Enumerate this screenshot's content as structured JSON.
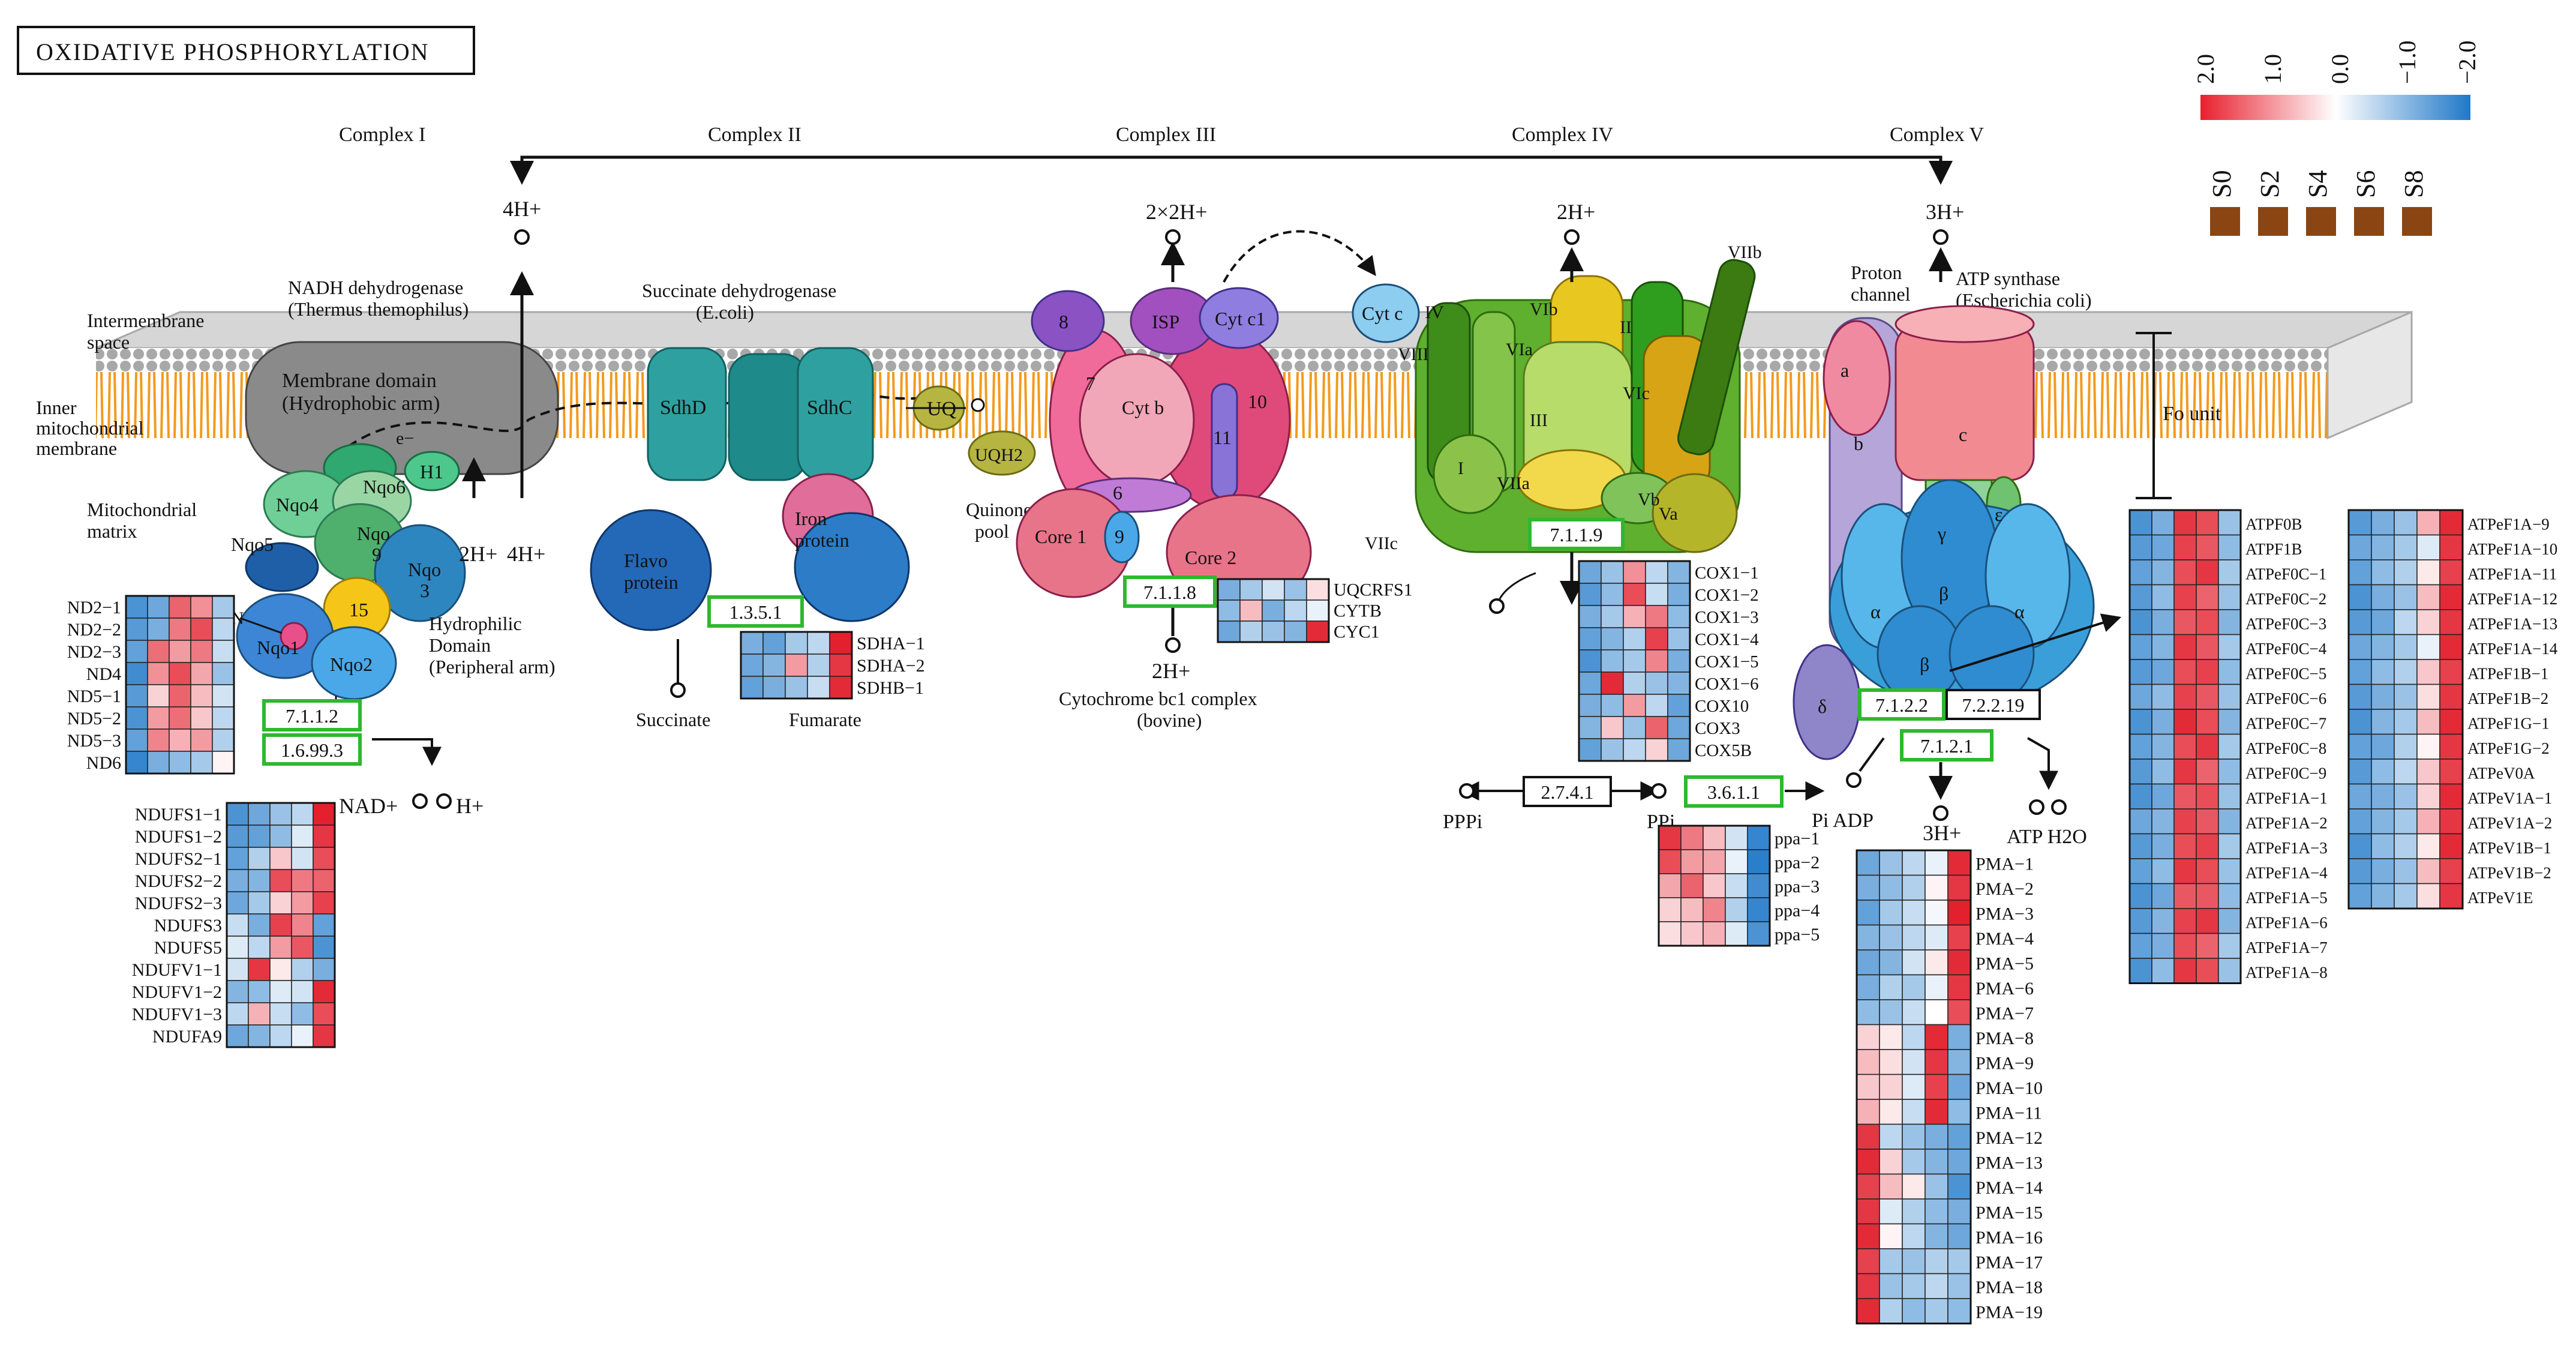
{
  "title": "OXIDATIVE PHOSPHORYLATION",
  "scale": {
    "ticks": [
      "2.0",
      "1.0",
      "0.0",
      "−1.0",
      "−2.0"
    ],
    "gradient": [
      "#e8202e",
      "#ffffff",
      "#1f78c8"
    ],
    "samples": [
      "S0",
      "S2",
      "S4",
      "S6",
      "S8"
    ],
    "sample_color": "#8b4513"
  },
  "complex_labels": [
    "Complex I",
    "Complex II",
    "Complex III",
    "Complex IV",
    "Complex V"
  ],
  "protons": {
    "c1_top": "4H+",
    "c3_top": "2×2H+",
    "c4_top": "2H+",
    "c5_top": "3H+",
    "c1_bottom_a": "2H+",
    "c1_bottom_b": "4H+",
    "c3_bottom": "2H+",
    "c5_bottom": "3H+"
  },
  "labels": {
    "intermembrane": [
      "Intermembrane",
      "space"
    ],
    "inner_membrane": [
      "Inner",
      "mitochondrial",
      "membrane"
    ],
    "matrix": [
      "Mitochondrial",
      "matrix"
    ],
    "nadh_dh": [
      "NADH dehydrogenase",
      "(Thermus themophilus)"
    ],
    "membrane_domain": [
      "Membrane domain",
      "(Hydrophobic arm)"
    ],
    "hydrophilic": [
      "Hydrophilic",
      "Domain",
      "(Peripheral arm)"
    ],
    "succinate_dh": [
      "Succinate dehydrogenase",
      "(E.coli)"
    ],
    "quinone_pool": [
      "Quinone",
      "pool"
    ],
    "flavo": [
      "Flavo",
      "protein"
    ],
    "iron": [
      "Iron",
      "protein"
    ],
    "succinate": "Succinate",
    "fumarate": "Fumarate",
    "cyt_bc1": [
      "Cytochrome bc1 complex",
      "(bovine)"
    ],
    "proton_channel": [
      "Proton",
      "channel"
    ],
    "atp_synthase": [
      "ATP synthase",
      "(Escherichia coli)"
    ],
    "fo_unit": "Fo unit",
    "nad": "NAD+",
    "h": "H+",
    "pi_adp": "Pi ADP",
    "atp_h2o": "ATP H2O",
    "pppi": "PPPi",
    "ppi": "PPi",
    "e_minus": "e−",
    "n_label": "N"
  },
  "subunits": {
    "c1": [
      "Nqo4",
      "Nqo6",
      "H1",
      "Nqo",
      "9",
      "Nqo",
      "3",
      "15",
      "Nqo1",
      "Nqo2",
      "Nqo5"
    ],
    "c2": [
      "SdhD",
      "SdhC",
      "UQ",
      "UQH2"
    ],
    "c3": [
      "8",
      "ISP",
      "Cyt c1",
      "7",
      "Cyt b",
      "11",
      "10",
      "6",
      "Core 1",
      "9",
      "Core 2",
      "Cyt c"
    ],
    "c4": [
      "IV",
      "VIII",
      "VIb",
      "VIa",
      "III",
      "VIc",
      "II",
      "VIIb",
      "I",
      "VIIa",
      "Vb",
      "Va",
      "VIIc"
    ],
    "c5": [
      "a",
      "b",
      "c",
      "γ",
      "ε",
      "α",
      "β",
      "β",
      "α",
      "δ"
    ]
  },
  "ec_boxes": [
    {
      "id": "7.1.1.2",
      "green": true
    },
    {
      "id": "1.6.99.3",
      "green": true
    },
    {
      "id": "1.3.5.1",
      "green": true
    },
    {
      "id": "7.1.1.8",
      "green": true
    },
    {
      "id": "7.1.1.9",
      "green": true
    },
    {
      "id": "2.7.4.1",
      "green": false
    },
    {
      "id": "3.6.1.1",
      "green": true
    },
    {
      "id": "7.1.2.2",
      "green": true
    },
    {
      "id": "7.2.2.19",
      "green": false
    },
    {
      "id": "7.1.2.1",
      "green": true
    }
  ],
  "heatmaps": {
    "nd": {
      "genes": [
        "ND2−1",
        "ND2−2",
        "ND2−3",
        "ND4",
        "ND5−1",
        "ND5−2",
        "ND5−3",
        "ND6"
      ],
      "values": [
        [
          -1.6,
          -1.3,
          1.4,
          1.0,
          -0.8
        ],
        [
          -1.5,
          -1.2,
          1.2,
          1.6,
          -0.6
        ],
        [
          -1.4,
          1.3,
          0.9,
          1.2,
          -0.5
        ],
        [
          -1.7,
          1.0,
          1.6,
          0.8,
          -0.9
        ],
        [
          -1.5,
          0.4,
          1.4,
          0.6,
          -0.4
        ],
        [
          -1.6,
          0.9,
          1.3,
          0.5,
          -0.6
        ],
        [
          -1.4,
          1.1,
          0.7,
          0.9,
          -0.7
        ],
        [
          -1.8,
          -1.2,
          -1.0,
          -0.8,
          0.1
        ]
      ]
    },
    "ndufs": {
      "genes": [
        "NDUFS1−1",
        "NDUFS1−2",
        "NDUFS2−1",
        "NDUFS2−2",
        "NDUFS2−3",
        "NDUFS3",
        "NDUFS5",
        "NDUFV1−1",
        "NDUFV1−2",
        "NDUFV1−3",
        "NDUFA9"
      ],
      "values": [
        [
          -1.6,
          -1.3,
          -0.9,
          -0.6,
          2.0
        ],
        [
          -1.5,
          -1.4,
          -1.0,
          -0.3,
          1.8
        ],
        [
          -1.4,
          -0.7,
          0.5,
          -0.4,
          1.6
        ],
        [
          -1.2,
          -1.1,
          1.6,
          1.2,
          1.4
        ],
        [
          -1.3,
          -0.8,
          0.4,
          0.9,
          1.7
        ],
        [
          -0.5,
          -1.2,
          1.7,
          1.1,
          -1.4
        ],
        [
          -0.3,
          -0.6,
          0.9,
          1.5,
          -1.6
        ],
        [
          -0.4,
          1.8,
          0.2,
          -0.7,
          -1.2
        ],
        [
          -1.1,
          -1.0,
          -0.3,
          -0.4,
          1.9
        ],
        [
          -0.6,
          0.7,
          -0.5,
          -1.0,
          1.6
        ],
        [
          -1.3,
          -1.1,
          -0.6,
          -0.2,
          1.8
        ]
      ]
    },
    "sdh": {
      "genes": [
        "SDHA−1",
        "SDHA−2",
        "SDHB−1"
      ],
      "values": [
        [
          -1.2,
          -1.4,
          -0.8,
          -0.6,
          2.0
        ],
        [
          -1.3,
          -1.1,
          0.9,
          -0.7,
          1.8
        ],
        [
          -1.4,
          -1.2,
          -0.9,
          -0.5,
          1.9
        ]
      ]
    },
    "cyt": {
      "genes": [
        "UQCRFS1",
        "CYTB",
        "CYC1"
      ],
      "values": [
        [
          -1.2,
          -0.8,
          -0.4,
          -0.9,
          0.3
        ],
        [
          -1.0,
          0.6,
          -1.2,
          -0.6,
          -0.2
        ],
        [
          -1.3,
          -0.7,
          -0.9,
          -1.1,
          1.9
        ]
      ]
    },
    "cox": {
      "genes": [
        "COX1−1",
        "COX1−2",
        "COX1−3",
        "COX1−4",
        "COX1−5",
        "COX1−6",
        "COX10",
        "COX3",
        "COX5B"
      ],
      "values": [
        [
          -1.3,
          -0.9,
          1.0,
          -0.6,
          -1.1
        ],
        [
          -1.5,
          -1.0,
          1.6,
          -0.5,
          -1.2
        ],
        [
          -1.2,
          -0.8,
          0.7,
          1.2,
          -1.0
        ],
        [
          -1.4,
          -1.1,
          -0.7,
          1.7,
          -0.9
        ],
        [
          -1.6,
          -1.0,
          -0.8,
          1.1,
          -1.2
        ],
        [
          -1.3,
          1.9,
          -0.7,
          -0.9,
          -1.1
        ],
        [
          -1.2,
          -1.0,
          0.9,
          -0.6,
          -1.4
        ],
        [
          -1.1,
          0.5,
          -0.9,
          1.4,
          -1.3
        ],
        [
          -1.4,
          -0.9,
          -0.6,
          0.4,
          -1.3
        ]
      ]
    },
    "ppa": {
      "genes": [
        "ppa−1",
        "ppa−2",
        "ppa−3",
        "ppa−4",
        "ppa−5"
      ],
      "values": [
        [
          1.8,
          1.2,
          0.6,
          -0.4,
          -1.8
        ],
        [
          1.6,
          0.9,
          0.8,
          -0.2,
          -1.9
        ],
        [
          0.8,
          1.4,
          0.5,
          -0.5,
          -1.7
        ],
        [
          0.4,
          0.6,
          1.1,
          -0.7,
          -1.8
        ],
        [
          0.3,
          0.5,
          0.7,
          -0.3,
          -1.6
        ]
      ]
    },
    "pma": {
      "genes": [
        "PMA−1",
        "PMA−2",
        "PMA−3",
        "PMA−4",
        "PMA−5",
        "PMA−6",
        "PMA−7",
        "PMA−8",
        "PMA−9",
        "PMA−10",
        "PMA−11",
        "PMA−12",
        "PMA−13",
        "PMA−14",
        "PMA−15",
        "PMA−16",
        "PMA−17",
        "PMA−18",
        "PMA−19"
      ],
      "values": [
        [
          -1.3,
          -0.9,
          -0.6,
          -0.2,
          1.9
        ],
        [
          -1.2,
          -1.0,
          -0.7,
          0.1,
          1.8
        ],
        [
          -1.4,
          -0.8,
          -0.5,
          -0.1,
          2.0
        ],
        [
          -1.1,
          -0.9,
          -0.6,
          -0.3,
          1.7
        ],
        [
          -1.3,
          -1.1,
          -0.4,
          0.2,
          1.9
        ],
        [
          -1.2,
          -0.7,
          -0.8,
          -0.2,
          1.8
        ],
        [
          -1.0,
          -0.9,
          -0.5,
          0.0,
          1.6
        ],
        [
          0.4,
          0.2,
          -0.6,
          1.9,
          -1.2
        ],
        [
          0.6,
          0.3,
          -0.4,
          1.8,
          -1.1
        ],
        [
          0.5,
          0.4,
          -0.3,
          1.7,
          -1.3
        ],
        [
          0.7,
          0.2,
          -0.5,
          1.9,
          -1.0
        ],
        [
          1.8,
          -0.6,
          -0.9,
          -1.2,
          -1.4
        ],
        [
          1.9,
          0.4,
          -0.8,
          -1.1,
          -1.3
        ],
        [
          1.7,
          0.6,
          0.2,
          -0.9,
          -1.6
        ],
        [
          1.8,
          -0.3,
          -0.7,
          -1.0,
          -1.2
        ],
        [
          1.9,
          0.1,
          -0.6,
          -1.1,
          -1.3
        ],
        [
          1.7,
          -0.8,
          -0.9,
          -0.7,
          -0.8
        ],
        [
          1.8,
          -0.9,
          -0.8,
          -0.6,
          -0.9
        ],
        [
          1.9,
          -0.7,
          -1.0,
          -0.8,
          -1.0
        ]
      ]
    },
    "atpf": {
      "genes": [
        "ATPF0B",
        "ATPF1B",
        "ATPeF0C−1",
        "ATPeF0C−2",
        "ATPeF0C−3",
        "ATPeF0C−4",
        "ATPeF0C−5",
        "ATPeF0C−6",
        "ATPeF0C−7",
        "ATPeF0C−8",
        "ATPeF0C−9",
        "ATPeF1A−1",
        "ATPeF1A−2",
        "ATPeF1A−3",
        "ATPeF1A−4",
        "ATPeF1A−5",
        "ATPeF1A−6",
        "ATPeF1A−7",
        "ATPeF1A−8"
      ],
      "values": [
        [
          -1.6,
          -1.2,
          1.8,
          1.6,
          -0.9
        ],
        [
          -1.5,
          -1.3,
          1.7,
          1.5,
          -1.0
        ],
        [
          -1.4,
          -1.1,
          1.6,
          1.8,
          -0.8
        ],
        [
          -1.5,
          -1.0,
          1.7,
          1.4,
          -0.9
        ],
        [
          -1.6,
          -1.2,
          1.5,
          1.6,
          -1.1
        ],
        [
          -1.4,
          -1.1,
          1.8,
          1.5,
          -0.8
        ],
        [
          -1.5,
          -1.3,
          1.6,
          1.7,
          -1.0
        ],
        [
          -1.3,
          -1.0,
          1.7,
          1.5,
          -0.9
        ],
        [
          -1.6,
          -1.2,
          1.9,
          1.6,
          -1.1
        ],
        [
          -1.4,
          -1.1,
          1.6,
          1.8,
          -0.8
        ],
        [
          -1.5,
          -1.0,
          1.8,
          1.4,
          -1.0
        ],
        [
          -1.6,
          -1.3,
          1.5,
          1.6,
          -0.9
        ],
        [
          -1.3,
          -1.1,
          1.7,
          1.5,
          -1.1
        ],
        [
          -1.5,
          -1.2,
          1.6,
          1.7,
          -0.8
        ],
        [
          -1.4,
          -1.0,
          1.8,
          1.6,
          -0.9
        ],
        [
          -1.6,
          -1.3,
          1.5,
          1.5,
          -1.0
        ],
        [
          -1.5,
          -1.1,
          1.7,
          1.8,
          -1.1
        ],
        [
          -1.4,
          -1.2,
          1.6,
          1.4,
          -0.8
        ],
        [
          -1.6,
          -1.0,
          1.8,
          1.6,
          -0.9
        ]
      ]
    },
    "atpe": {
      "genes": [
        "ATPeF1A−9",
        "ATPeF1A−10",
        "ATPeF1A−11",
        "ATPeF1A−12",
        "ATPeF1A−13",
        "ATPeF1A−14",
        "ATPeF1B−1",
        "ATPeF1B−2",
        "ATPeF1G−1",
        "ATPeF1G−2",
        "ATPeV0A",
        "ATPeV1A−1",
        "ATPeV1A−2",
        "ATPeV1B−1",
        "ATPeV1B−2",
        "ATPeV1E"
      ],
      "values": [
        [
          -1.5,
          -1.2,
          -0.9,
          0.7,
          1.9
        ],
        [
          -1.3,
          -1.1,
          -0.8,
          -0.3,
          1.8
        ],
        [
          -1.4,
          -1.0,
          -0.7,
          0.2,
          1.7
        ],
        [
          -1.6,
          -1.2,
          -0.9,
          0.6,
          1.9
        ],
        [
          -1.5,
          -1.3,
          -0.6,
          0.4,
          1.8
        ],
        [
          -1.3,
          -1.1,
          -0.8,
          -0.2,
          1.9
        ],
        [
          -1.4,
          -1.0,
          -0.7,
          0.5,
          1.7
        ],
        [
          -1.5,
          -1.2,
          -0.9,
          0.3,
          1.8
        ],
        [
          -1.6,
          -1.1,
          -0.8,
          0.6,
          1.9
        ],
        [
          -1.4,
          -1.3,
          -0.7,
          0.1,
          1.8
        ],
        [
          -1.5,
          -1.0,
          -0.6,
          0.5,
          1.7
        ],
        [
          -1.3,
          -1.2,
          -0.9,
          0.4,
          1.9
        ],
        [
          -1.4,
          -1.1,
          -0.8,
          0.7,
          1.8
        ],
        [
          -1.6,
          -1.0,
          -0.7,
          0.2,
          1.9
        ],
        [
          -1.5,
          -1.2,
          -0.9,
          0.6,
          1.7
        ],
        [
          -1.4,
          -1.1,
          -0.8,
          0.3,
          1.8
        ]
      ]
    }
  }
}
